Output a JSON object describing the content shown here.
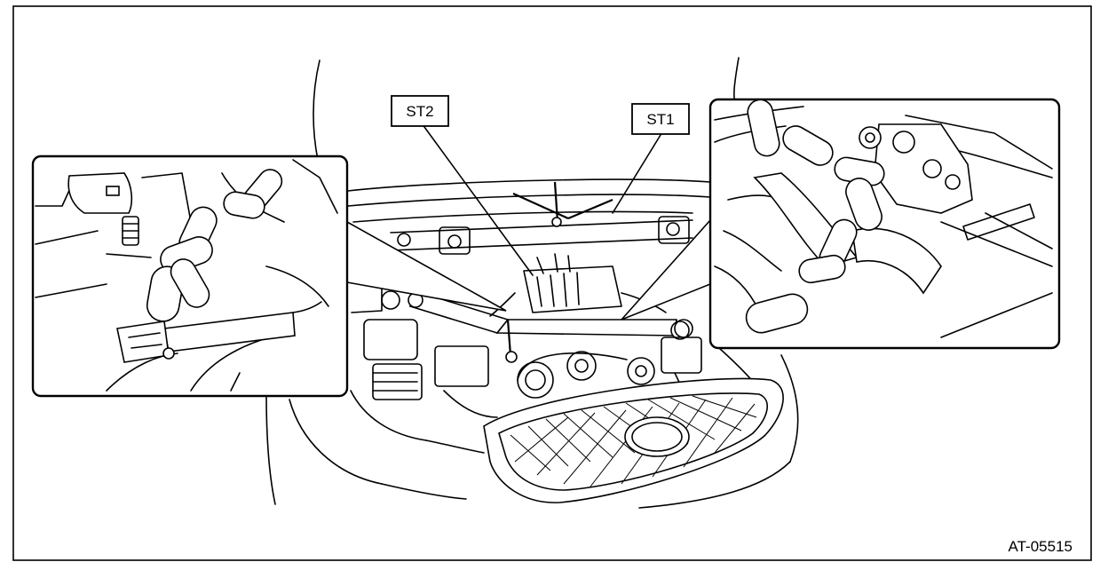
{
  "callouts": {
    "st2": "ST2",
    "st1": "ST1"
  },
  "figure_id": "AT-05515"
}
